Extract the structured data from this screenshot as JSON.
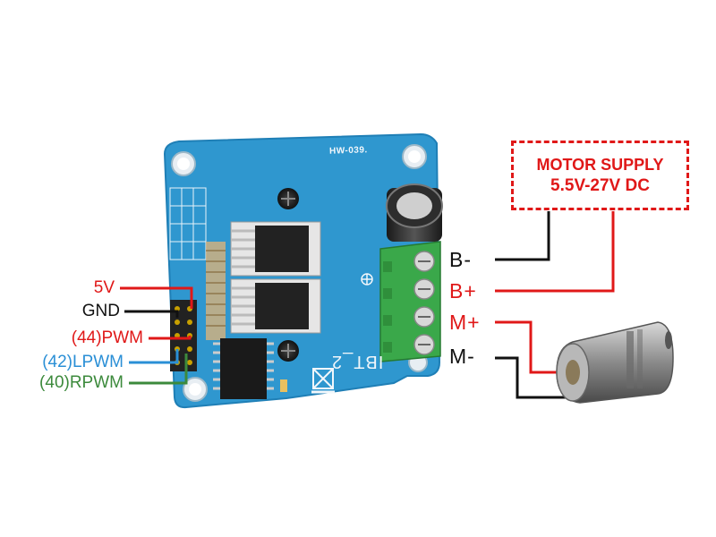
{
  "board": {
    "model": "HW-039.",
    "name": "IBT_2"
  },
  "pins": [
    {
      "label": "5V",
      "color": "#e01818"
    },
    {
      "label": "GND",
      "color": "#111111"
    },
    {
      "label": "(44)PWM",
      "color": "#e01818"
    },
    {
      "label": "(42)LPWM",
      "color": "#2a8fd6"
    },
    {
      "label": "(40)RPWM",
      "color": "#3c8a3c"
    }
  ],
  "terminals": [
    {
      "label": "B-",
      "color": "#111111"
    },
    {
      "label": "B+",
      "color": "#e01818"
    },
    {
      "label": "M+",
      "color": "#e01818"
    },
    {
      "label": "M-",
      "color": "#111111"
    }
  ],
  "supply": {
    "line1": "MOTOR SUPPLY",
    "line2": "5.5V-27V DC",
    "color": "#e01818"
  },
  "colors": {
    "pcb": "#2f97cf",
    "pcb_edge": "#1f7fb6",
    "terminal_block": "#3aa84a",
    "wire_red": "#e01818",
    "wire_black": "#111111",
    "wire_blue": "#2a8fd6",
    "wire_green": "#3c8a3c"
  }
}
